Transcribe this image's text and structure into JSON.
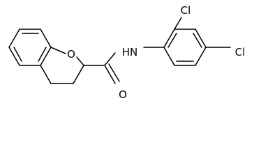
{
  "molecule": {
    "atoms": {
      "ring_oxygen": "O",
      "carbonyl_oxygen": "O",
      "amide_nitrogen": "HN",
      "chlorine_ortho": "Cl",
      "chlorine_para": "Cl"
    },
    "colors": {
      "ink": "#000000",
      "background": "#ffffff"
    }
  }
}
